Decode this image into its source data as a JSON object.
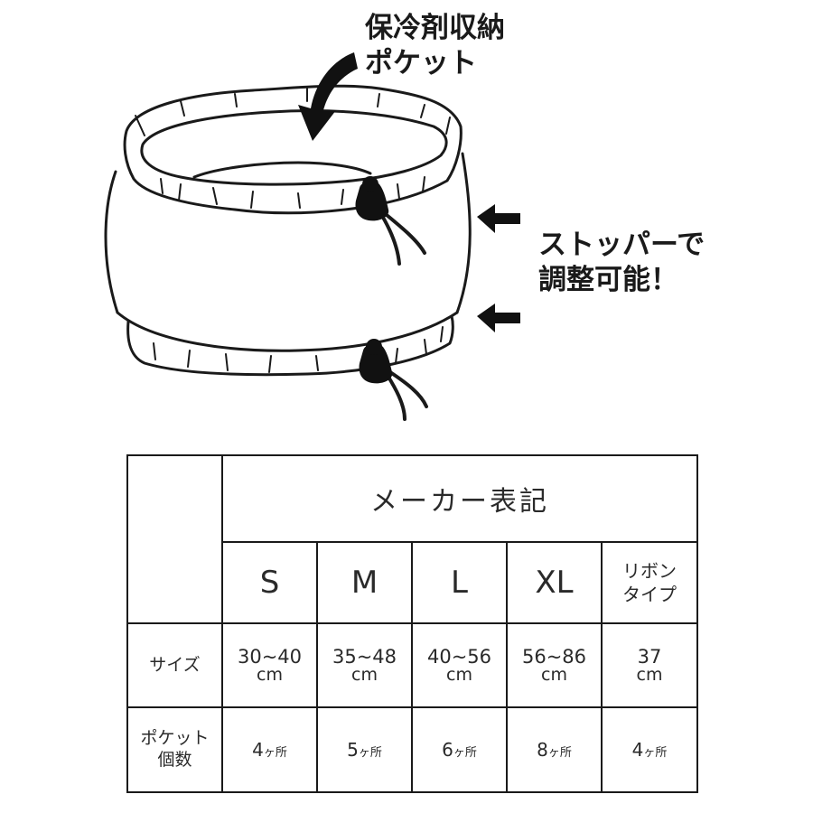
{
  "callouts": {
    "pocket": {
      "line1": "保冷剤収納",
      "line2": "ポケット"
    },
    "stopper": {
      "line1": "ストッパーで",
      "line2": "調整可能！"
    }
  },
  "table": {
    "header": "メーカー表記",
    "sizes": [
      {
        "label": "S"
      },
      {
        "label": "M"
      },
      {
        "label": "L"
      },
      {
        "label": "XL"
      },
      {
        "label_line1": "リボン",
        "label_line2": "タイプ"
      }
    ],
    "rows": {
      "size": {
        "label": "サイズ",
        "values": [
          {
            "range": "30~40",
            "unit": "cm"
          },
          {
            "range": "35~48",
            "unit": "cm"
          },
          {
            "range": "40~56",
            "unit": "cm"
          },
          {
            "range": "56~86",
            "unit": "cm"
          },
          {
            "range": "37",
            "unit": "cm"
          }
        ]
      },
      "pockets": {
        "label_line1": "ポケット",
        "label_line2": "個数",
        "values": [
          {
            "num": "4",
            "suffix": "ヶ所"
          },
          {
            "num": "5",
            "suffix": "ヶ所"
          },
          {
            "num": "6",
            "suffix": "ヶ所"
          },
          {
            "num": "8",
            "suffix": "ヶ所"
          },
          {
            "num": "4",
            "suffix": "ヶ所"
          }
        ]
      }
    }
  }
}
